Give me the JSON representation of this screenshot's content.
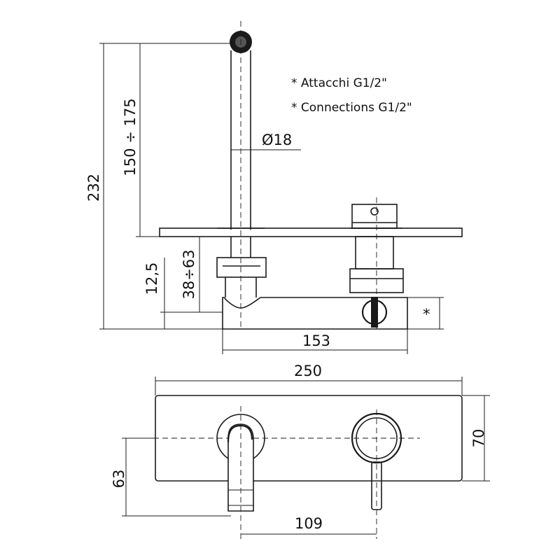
{
  "notes": {
    "line1": "* Attacchi G1/2\"",
    "line2": "* Connections G1/2\""
  },
  "dimensions": {
    "height_total": "232",
    "spout_range": "150 ÷ 175",
    "diameter": "Ø18",
    "plate_thickness": "12,5",
    "depth_range": "38÷63",
    "connection_mark": "*",
    "inlet_spacing": "153",
    "plate_width": "250",
    "plate_height": "70",
    "spout_height": "63",
    "axis_spacing": "109"
  }
}
